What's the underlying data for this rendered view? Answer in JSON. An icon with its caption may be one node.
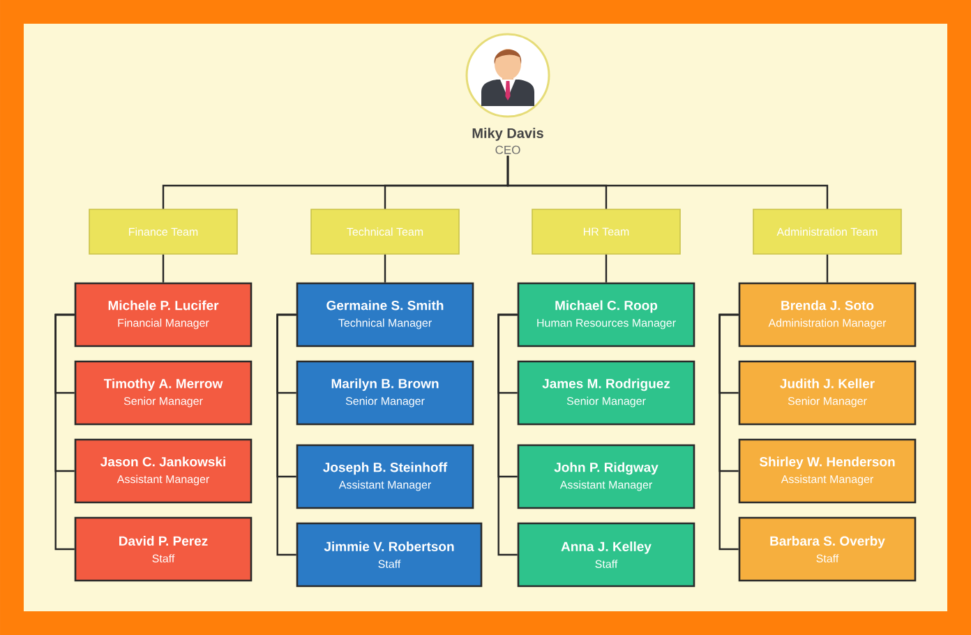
{
  "diagram": {
    "nodes": [
      {
        "text": [
          "Miky Davis",
          "CEO"
        ]
      },
      {
        "text": [
          "Finance Team"
        ]
      },
      {
        "text": [
          "Technical Team"
        ]
      },
      {
        "text": [
          "HR Team"
        ]
      },
      {
        "text": [
          "Administration Team"
        ]
      },
      {
        "text": [
          "Michele P. Lucifer",
          "Financial Manager"
        ]
      },
      {
        "text": [
          "Timothy A. Merrow",
          "Senior Manager"
        ]
      },
      {
        "text": [
          "Jason C. Jankowski",
          "Assistant Manager"
        ]
      },
      {
        "text": [
          "David P. Perez",
          "Staff"
        ]
      },
      {
        "text": [
          "Germaine S. Smith",
          "Technical Manager"
        ]
      },
      {
        "text": [
          "Marilyn B. Brown",
          "Senior Manager"
        ]
      },
      {
        "text": [
          "Joseph B. Steinhoff",
          "Assistant Manager"
        ]
      },
      {
        "text": [
          "Jimmie V. Robertson",
          "Staff"
        ]
      },
      {
        "text": [
          "Michael C. Roop",
          "Human Resources Manager"
        ]
      },
      {
        "text": [
          "James M. Rodriguez",
          "Senior Manager"
        ]
      },
      {
        "text": [
          "John P. Ridgway",
          "Assistant Manager"
        ]
      },
      {
        "text": [
          "Anna J. Kelley",
          "Staff"
        ]
      },
      {
        "text": [
          "Brenda J. Soto",
          "Administration Manager"
        ]
      },
      {
        "text": [
          "Judith J. Keller",
          "Senior Manager"
        ]
      },
      {
        "text": [
          "Shirley W. Henderson",
          "Assistant Manager"
        ]
      },
      {
        "text": [
          "Barbara S. Overby",
          "Staff"
        ]
      }
    ],
    "edges": [
      {
        "from": 0,
        "to": 1,
        "arrow": "none"
      },
      {
        "from": 0,
        "to": 2,
        "arrow": "none"
      },
      {
        "from": 0,
        "to": 3,
        "arrow": "none"
      },
      {
        "from": 0,
        "to": 4,
        "arrow": "none"
      },
      {
        "from": 1,
        "to": 5,
        "arrow": "none"
      },
      {
        "from": 5,
        "to": 6,
        "arrow": "none"
      },
      {
        "from": 5,
        "to": 7,
        "arrow": "none"
      },
      {
        "from": 5,
        "to": 8,
        "arrow": "none"
      },
      {
        "from": 2,
        "to": 9,
        "arrow": "none"
      },
      {
        "from": 9,
        "to": 10,
        "arrow": "none"
      },
      {
        "from": 9,
        "to": 11,
        "arrow": "none"
      },
      {
        "from": 9,
        "to": 12,
        "arrow": "none"
      },
      {
        "from": 3,
        "to": 13,
        "arrow": "none"
      },
      {
        "from": 13,
        "to": 14,
        "arrow": "none"
      },
      {
        "from": 13,
        "to": 15,
        "arrow": "none"
      },
      {
        "from": 13,
        "to": 16,
        "arrow": "none"
      },
      {
        "from": 4,
        "to": 17,
        "arrow": "none"
      },
      {
        "from": 17,
        "to": 18,
        "arrow": "none"
      },
      {
        "from": 17,
        "to": 19,
        "arrow": "none"
      },
      {
        "from": 17,
        "to": 20,
        "arrow": "none"
      }
    ]
  }
}
